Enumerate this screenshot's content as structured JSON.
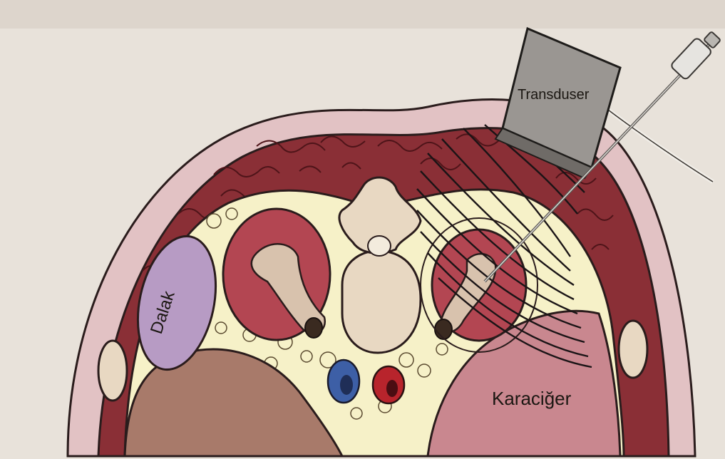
{
  "labels": {
    "transducer": "Transduser",
    "spleen": "Dalak",
    "liver": "Karaciğer"
  },
  "colors": {
    "page_background": "#e8e2da",
    "skin": "#e2c2c4",
    "muscle": "#8a2f36",
    "fat": "#f6f1c8",
    "kidney": "#b34652",
    "spleen": "#b79bc4",
    "liver": "#c9878f",
    "bone": "#e8d8c2",
    "bowel": "#a87a6a",
    "vein": "#3d5fa6",
    "artery": "#b8242c",
    "transducer": "#9a9692",
    "ultrasound_lines": "#1a1416"
  }
}
